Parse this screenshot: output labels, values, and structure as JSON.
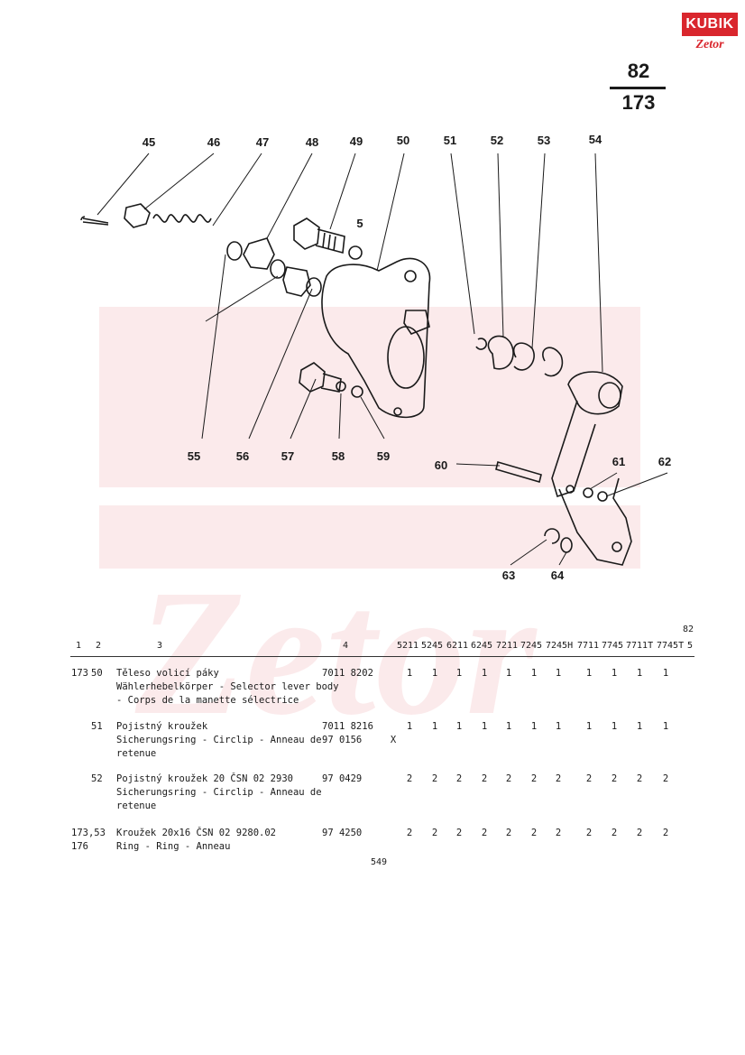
{
  "logo": {
    "top_text": "KUBIK",
    "bottom_text": "Zetor"
  },
  "page_number": {
    "top": "82",
    "bottom": "173"
  },
  "callouts": {
    "c45": "45",
    "c46": "46",
    "c47": "47",
    "c48": "48",
    "c49": "49",
    "c5": "5",
    "c50": "50",
    "c51": "51",
    "c52": "52",
    "c53": "53",
    "c54": "54",
    "c55": "55",
    "c56": "56",
    "c57": "57",
    "c58": "58",
    "c59": "59",
    "c60": "60",
    "c61": "61",
    "c62": "62",
    "c63": "63",
    "c64": "64"
  },
  "table": {
    "corner_note": "82",
    "headers": {
      "h1": "1",
      "h2": "2",
      "h3": "3",
      "h4": "4"
    },
    "models": [
      "5211",
      "5245",
      "6211",
      "6245",
      "7211",
      "7245",
      "7245H",
      "7711",
      "7745",
      "7711T",
      "7745T"
    ],
    "last_header": "5",
    "rows": [
      {
        "c1": "173",
        "c2": "50",
        "desc": "Těleso volicí páky\nWählerhebelkörper - Selector lever body\n- Corps de la manette sélectrice",
        "partno": "7011 8202",
        "qty": [
          "1",
          "1",
          "1",
          "1",
          "1",
          "1",
          "1",
          "1",
          "1",
          "1",
          "1"
        ]
      },
      {
        "c1": "",
        "c2": "51",
        "desc": "Pojistný kroužek\nSicherungsring - Circlip - Anneau de\nretenue",
        "partno": "7011 8216\n97 0156     X",
        "qty": [
          "1",
          "1",
          "1",
          "1",
          "1",
          "1",
          "1",
          "1",
          "1",
          "1",
          "1"
        ]
      },
      {
        "c1": "",
        "c2": "52",
        "desc": "Pojistný kroužek 20 ČSN 02 2930\nSicherungsring - Circlip - Anneau de\nretenue",
        "partno": "97 0429",
        "qty": [
          "2",
          "2",
          "2",
          "2",
          "2",
          "2",
          "2",
          "2",
          "2",
          "2",
          "2"
        ]
      },
      {
        "c1": "173,53\n176",
        "c2": "",
        "desc": "Kroužek 20x16 ČSN 02 9280.02\nRing - Ring - Anneau",
        "partno": "97 4250",
        "qty": [
          "2",
          "2",
          "2",
          "2",
          "2",
          "2",
          "2",
          "2",
          "2",
          "2",
          "2"
        ]
      }
    ]
  },
  "footer_page": "549"
}
